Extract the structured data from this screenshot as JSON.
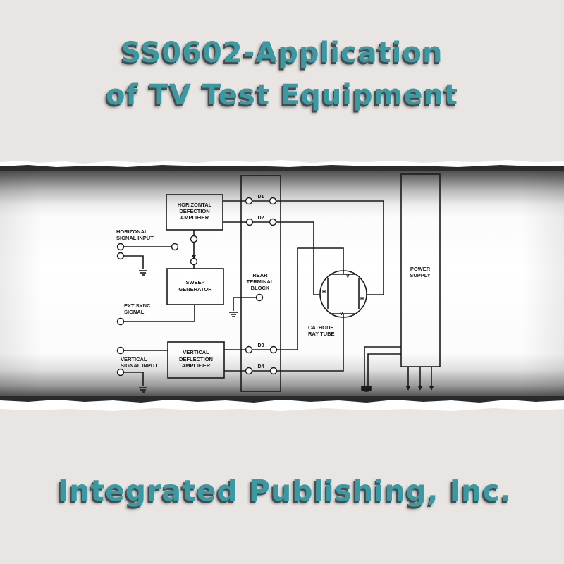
{
  "header": {
    "title_line1": "SS0602-Application",
    "title_line2": "of TV Test Equipment"
  },
  "footer": {
    "publisher": "Integrated Publishing, Inc."
  },
  "colors": {
    "title_teal": "#3a9aa4",
    "title_shadow": "#4a4a4a",
    "paper_background": "#e9e5e3",
    "diagram_line": "#1a1a1a"
  },
  "diagram": {
    "blocks": {
      "horizontal_amp": [
        "HORIZONTAL",
        "DEFECTION",
        "AMPLIFIER"
      ],
      "sweep_generator": [
        "SWEEP",
        "GENERATOR"
      ],
      "vertical_amp": [
        "VERTICAL",
        "DEFLECTION",
        "AMPLIFIER"
      ],
      "rear_terminal_block": [
        "REAR",
        "TERMINAL",
        "BLOCK"
      ],
      "power_supply": [
        "POWER",
        "SUPPLY"
      ],
      "crt": [
        "CATHODE",
        "RAY TUBE"
      ]
    },
    "inputs": {
      "horizontal": [
        "HORIZONAL",
        "SIGNAL INPUT"
      ],
      "ext_sync": [
        "EXT SYNC",
        "SIGNAL"
      ],
      "vertical": [
        "VERTICAL",
        "SIGNAL INPUT"
      ]
    },
    "terminals": [
      "D1",
      "D2",
      "D3",
      "D4"
    ],
    "crt_plates": {
      "v": "V",
      "h": "H"
    }
  }
}
